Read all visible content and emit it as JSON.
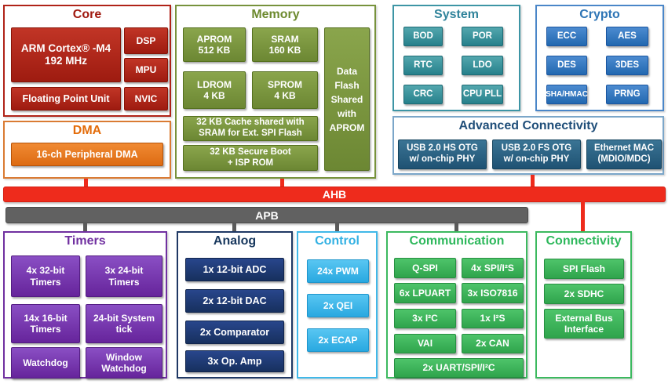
{
  "sections": {
    "core": {
      "title": "Core",
      "arm": "ARM Cortex® -M4\n192 MHz",
      "dsp": "DSP",
      "mpu": "MPU",
      "fpu": "Floating Point Unit",
      "nvic": "NVIC"
    },
    "dma": {
      "title": "DMA",
      "block": "16-ch Peripheral DMA"
    },
    "memory": {
      "title": "Memory",
      "aprom": "APROM\n512 KB",
      "sram": "SRAM\n160 KB",
      "ldrom": "LDROM\n4 KB",
      "sprom": "SPROM\n4 KB",
      "cache": "32 KB Cache shared with\nSRAM for  Ext. SPI Flash",
      "secure_boot": "32 KB Secure Boot\n+ ISP ROM",
      "data_flash": "Data Flash Shared with APROM"
    },
    "system": {
      "title": "System",
      "blocks": [
        "BOD",
        "POR",
        "RTC",
        "LDO",
        "CRC",
        "CPU PLL"
      ]
    },
    "crypto": {
      "title": "Crypto",
      "blocks": [
        "ECC",
        "AES",
        "DES",
        "3DES",
        "SHA/HMAC",
        "PRNG"
      ]
    },
    "advanced_connectivity": {
      "title": "Advanced Connectivity",
      "blocks": [
        "USB 2.0 HS OTG\nw/ on-chip PHY",
        "USB 2.0 FS OTG\nw/ on-chip PHY",
        "Ethernet MAC\n(MDIO/MDC)"
      ]
    },
    "timers": {
      "title": "Timers",
      "blocks": [
        "4x 32-bit\nTimers",
        "3x 24-bit\nTimers",
        "14x 16-bit\nTimers",
        "24-bit System\ntick",
        "Watchdog",
        "Window\nWatchdog"
      ]
    },
    "analog": {
      "title": "Analog",
      "blocks": [
        "1x 12-bit ADC",
        "2x 12-bit DAC",
        "2x Comparator",
        "3x Op. Amp"
      ]
    },
    "control": {
      "title": "Control",
      "blocks": [
        "24x PWM",
        "2x QEI",
        "2x ECAP"
      ]
    },
    "communication": {
      "title": "Communication",
      "blocks": [
        "Q-SPI",
        "4x SPI/I²S",
        "6x LPUART",
        "3x ISO7816",
        "3x I²C",
        "1x I²S",
        "VAI",
        "2x CAN",
        "2x UART/SPI/I²C"
      ]
    },
    "connectivity": {
      "title": "Connectivity",
      "blocks": [
        "SPI Flash",
        "2x SDHC",
        "External Bus\nInterface"
      ]
    }
  },
  "buses": {
    "ahb": "AHB",
    "apb": "APB"
  },
  "colors": {
    "core_red": "#b02318",
    "dma_orange": "#e36c0a",
    "memory_olive": "#77923c",
    "system_teal": "#31849b",
    "crypto_blue": "#2e75b6",
    "advanced_navy": "#1f4e79",
    "ahb_red": "#ee2b1c",
    "apb_gray": "#616161",
    "timers_purple": "#7030a0",
    "analog_navy": "#1f3864",
    "control_cyan": "#33b1e3",
    "comm_green": "#2eb85c"
  }
}
